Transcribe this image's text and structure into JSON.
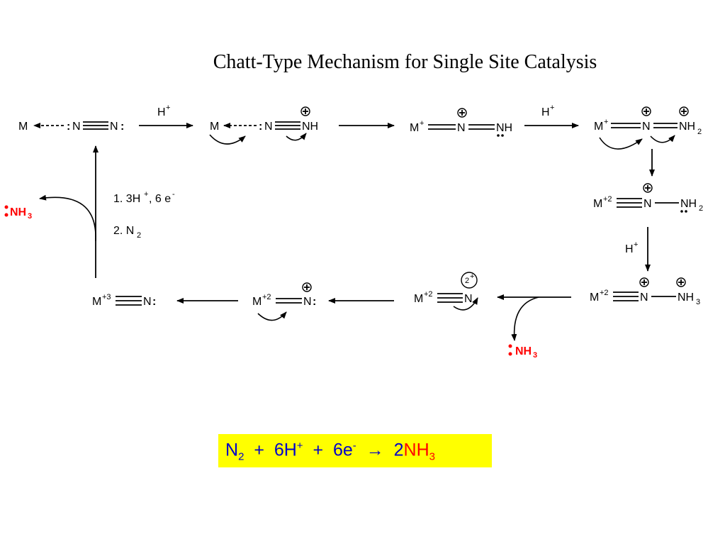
{
  "title": "Chatt-Type Mechanism for Single Site Catalysis",
  "labels": {
    "M": "M",
    "N": "N",
    "NH": "NH",
    "M_plus": "M",
    "plus": "+",
    "plus2": "+2",
    "plus3": "+3",
    "NH_base": "NH",
    "sub2": "2",
    "sub3": "3",
    "H_plus": "H",
    "two_plus": "2",
    "colon": ":"
  },
  "conditions": {
    "step1": "1. 3H",
    "step1_sup": "+",
    "step1_rest": ", 6 e",
    "step1_minus": "-",
    "step2": "2. N",
    "step2_sub": "2"
  },
  "byproduct": {
    "nh3": "NH",
    "sub": "3"
  },
  "equation": {
    "n": "N",
    "n_sub": "2",
    "plus1": "+",
    "h": "6H",
    "h_sup": "+",
    "plus2": "+",
    "e": "6e",
    "e_sup": "-",
    "arrow": "→",
    "coef": "2",
    "nh": "NH",
    "nh_sub": "3"
  },
  "colors": {
    "highlight": "#ffff00",
    "equation_text": "#0000cc",
    "ammonia": "#ff0000"
  }
}
